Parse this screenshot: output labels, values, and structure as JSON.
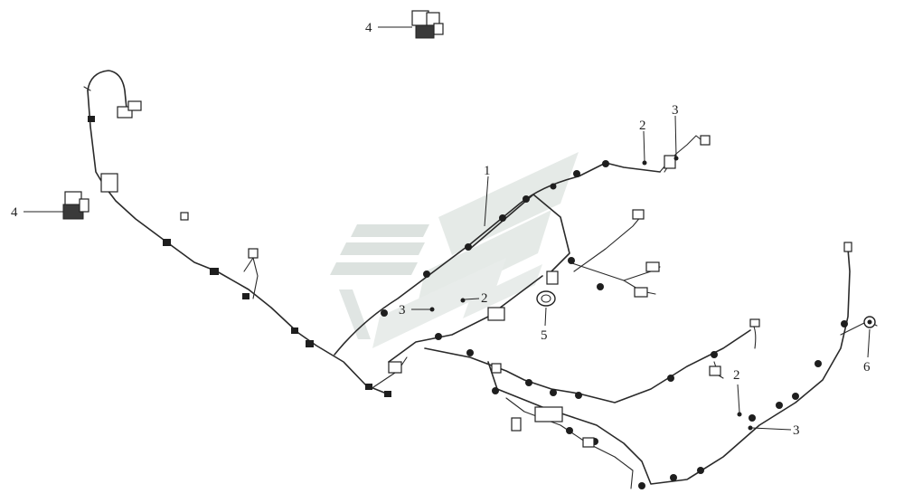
{
  "callouts": [
    {
      "id": "c1",
      "text": "1"
    },
    {
      "id": "c2a",
      "text": "2"
    },
    {
      "id": "c3a",
      "text": "3"
    },
    {
      "id": "c4a",
      "text": "4"
    },
    {
      "id": "c4b",
      "text": "4"
    },
    {
      "id": "c2b",
      "text": "2"
    },
    {
      "id": "c3b",
      "text": "3"
    },
    {
      "id": "c5",
      "text": "5"
    },
    {
      "id": "c2c",
      "text": "2"
    },
    {
      "id": "c3c",
      "text": "3"
    },
    {
      "id": "c6",
      "text": "6"
    }
  ],
  "colors": {
    "line": "#2a2a2a",
    "watermark": "#d9dfdc"
  }
}
